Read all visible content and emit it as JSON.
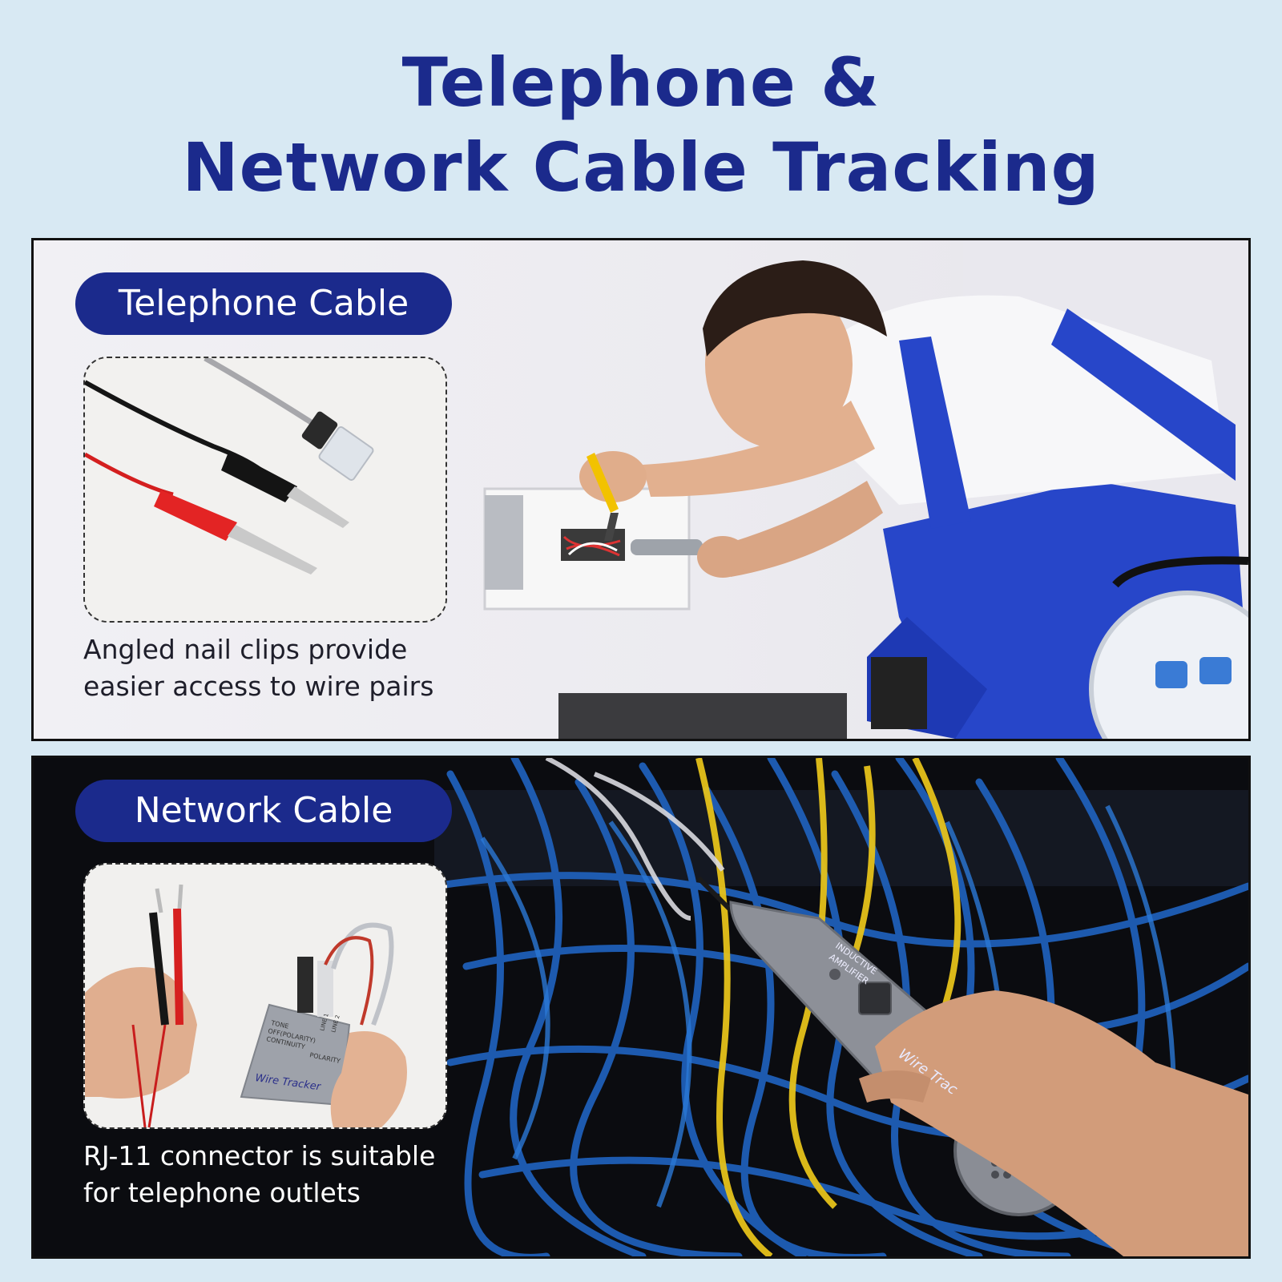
{
  "title": {
    "line1": "Telephone &",
    "line2": "Network Cable Tracking"
  },
  "telephone": {
    "label": "Telephone Cable",
    "caption_line1": "Angled nail clips provide",
    "caption_line2": "easier access to wire pairs"
  },
  "network": {
    "label": "Network Cable",
    "caption_line1": "RJ-11 connector is suitable",
    "caption_line2": "for telephone outlets"
  },
  "device_labels": {
    "inductive": "INDUCTIVE",
    "amplifier": "AMPLIFIER",
    "wire_tracker_probe": "Wire Trac",
    "wire_tracker_box": "Wire Tracker",
    "tone": "TONE",
    "off_polarity": "OFF(POLARITY)",
    "continuity": "CONTINUITY",
    "line1": "LINE 1",
    "line2": "LINE 2",
    "polarity": "POLARITY"
  },
  "colors": {
    "brand": "#1b2a8c",
    "background": "#d8e9f3"
  }
}
